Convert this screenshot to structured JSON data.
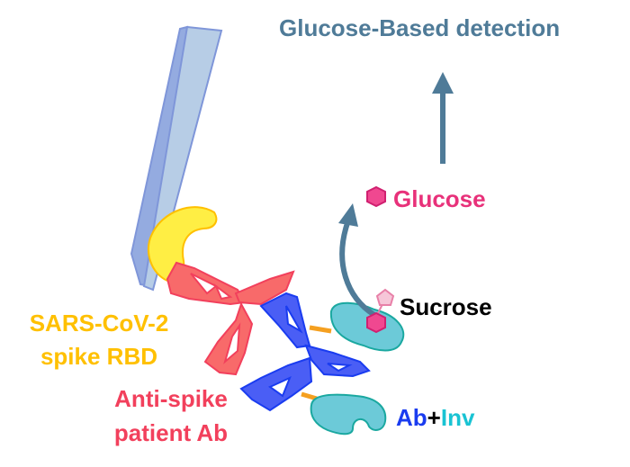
{
  "title": "Glucose-Based detection",
  "glucose_label": "Glucose",
  "sucrose_label": "Sucrose",
  "rbd_label": {
    "line1": "SARS-CoV-2",
    "line2": "spike RBD"
  },
  "patient_ab_label": {
    "line1": "Anti-spike",
    "line2": "patient Ab"
  },
  "conjugate_label": {
    "ab": "Ab",
    "plus": "+",
    "inv": "Inv"
  },
  "colors": {
    "title": "#4f7b98",
    "glucose": "#e8317a",
    "rbd": "#ffc000",
    "patient_ab": "#f2405c",
    "ab": "#1a3cf0",
    "inv": "#19c3d3",
    "enzyme_fill": "#6ccad8",
    "enzyme_stroke": "#1aa8a0",
    "slide": "#b7cde6",
    "slide_edge": "#7f96d9"
  }
}
